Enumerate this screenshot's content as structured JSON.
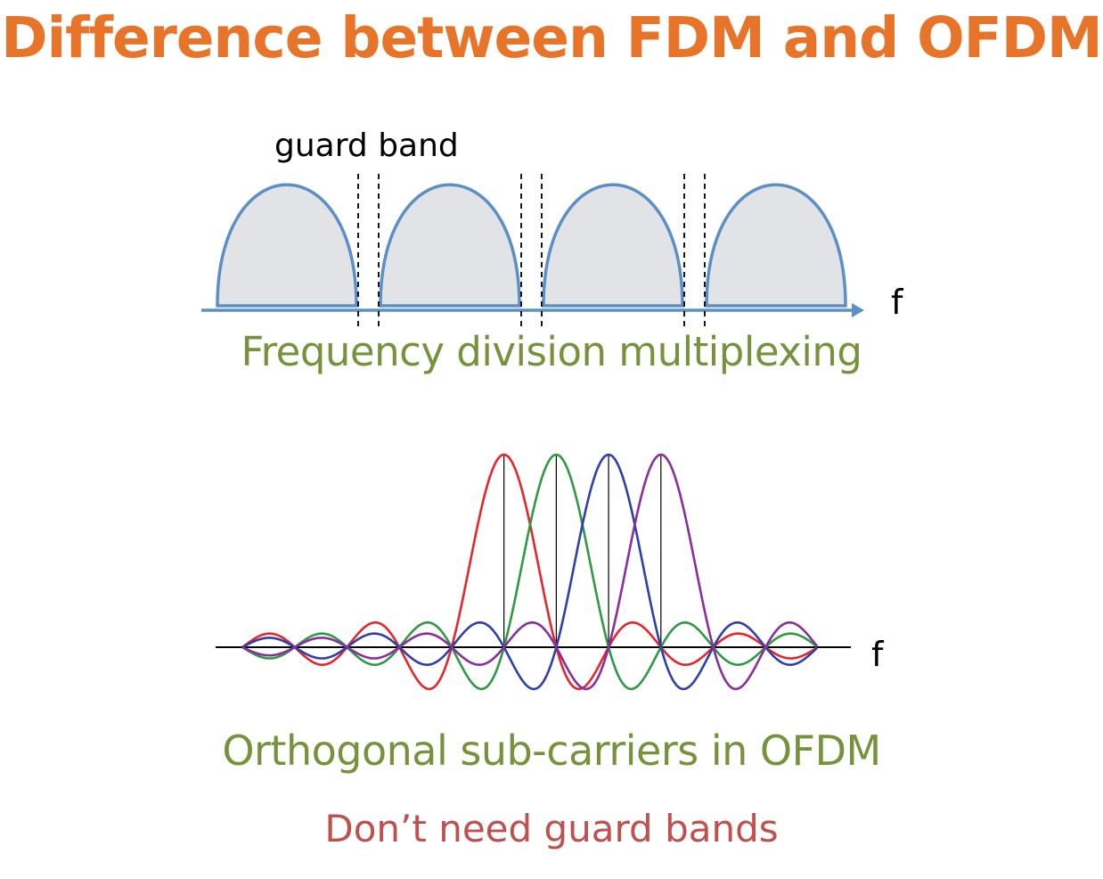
{
  "title": "Difference between FDM and OFDM",
  "fdm": {
    "guard_label": "guard band",
    "axis_label": "f",
    "caption": "Frequency division multiplexing",
    "band_count": 4,
    "colors": {
      "band_outline": "#5b8fc7",
      "band_fill": "#e2e3e6",
      "axis": "#5b8fc7",
      "guard_lines": "#000000"
    }
  },
  "ofdm": {
    "axis_label": "f",
    "caption": "Orthogonal sub-carriers in OFDM",
    "note": "Don’t need guard bands",
    "subcarriers": [
      {
        "color": "#e8252a"
      },
      {
        "color": "#2e9a44"
      },
      {
        "color": "#2e3fae"
      },
      {
        "color": "#8a2e9e"
      }
    ],
    "colors": {
      "axis": "#000000",
      "peak_lines": "#000000"
    }
  },
  "colors": {
    "title": "#e8742a",
    "caption_green": "#76933c",
    "caption_red": "#c0504d"
  }
}
